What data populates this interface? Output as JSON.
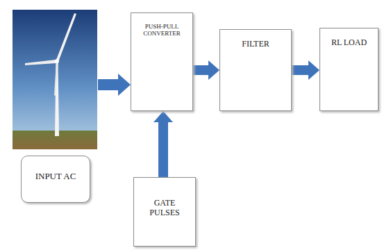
{
  "diagram": {
    "nodes": [
      {
        "text": [
          "INPUT AC"
        ]
      },
      {
        "text": [
          "PUSH-PULL CONVERTER"
        ]
      },
      {
        "text": [
          "FILTER"
        ]
      },
      {
        "text": [
          "RL LOAD"
        ]
      },
      {
        "text": [
          "GATE PULSES"
        ]
      }
    ],
    "edges": [
      {
        "from": 1,
        "to": 2,
        "arrow": "to"
      },
      {
        "from": 2,
        "to": 3,
        "arrow": "to"
      },
      {
        "from": 4,
        "to": 1,
        "arrow": "to"
      }
    ]
  }
}
